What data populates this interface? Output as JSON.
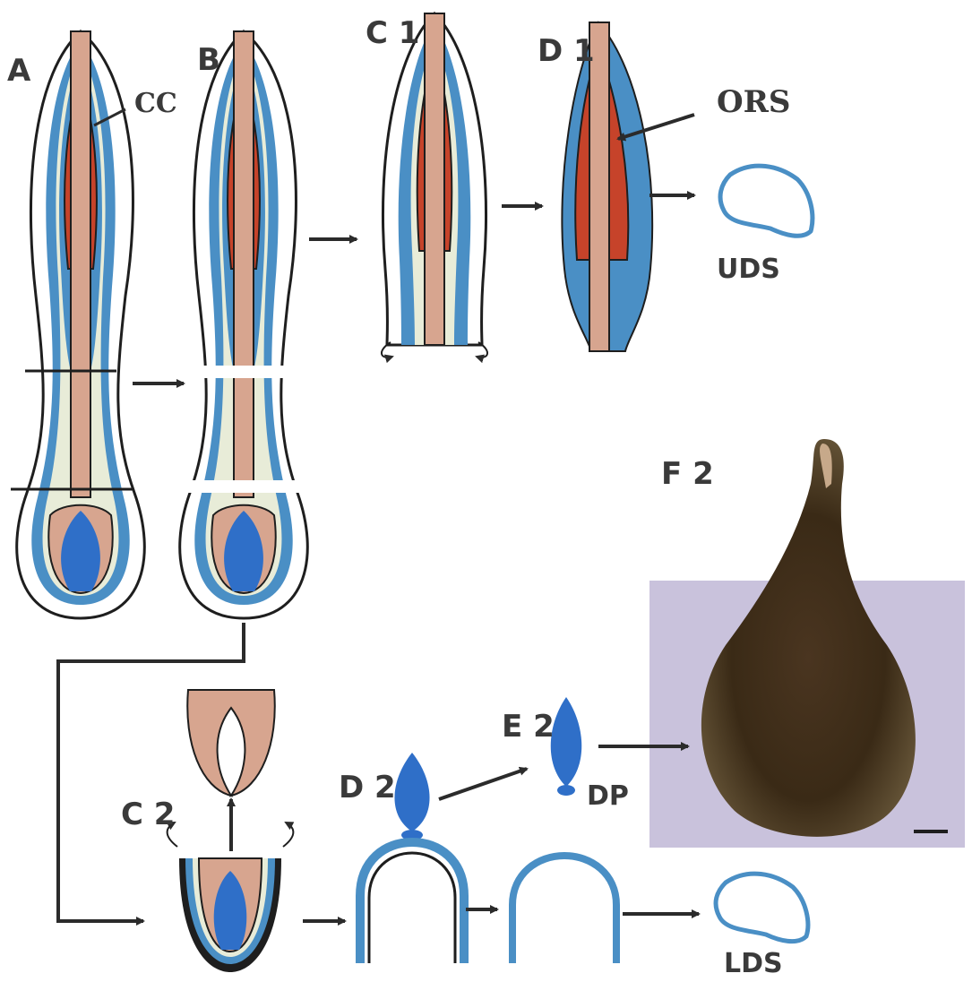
{
  "labels": {
    "a": "A",
    "b": "B",
    "c1": "C 1",
    "d1": "D 1",
    "c2": "C 2",
    "d2": "D 2",
    "e2": "E 2",
    "f2": "F 2",
    "cc": "CC",
    "ors": "ORS",
    "uds": "UDS",
    "lds": "LDS",
    "dp": "DP"
  },
  "colors": {
    "hair_shaft": "#d7a58f",
    "inner_sheath": "#c6432a",
    "outer_sheath": "#4a8fc5",
    "papilla": "#2f6fc8",
    "outline": "#1e1e1e",
    "arrow": "#2b2b2b",
    "photo_bg": "#c9c2dc",
    "photo_bulb": "#3a2a18"
  }
}
